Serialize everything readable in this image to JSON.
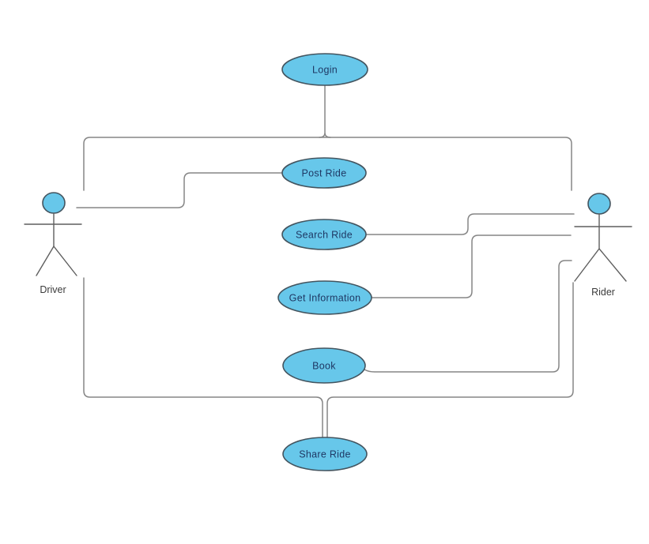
{
  "diagram": {
    "type": "uml-use-case",
    "actors": [
      {
        "id": "driver",
        "label": "Driver",
        "side": "left"
      },
      {
        "id": "rider",
        "label": "Rider",
        "side": "right"
      }
    ],
    "use_cases": [
      {
        "id": "login",
        "label": "Login"
      },
      {
        "id": "post_ride",
        "label": "Post Ride"
      },
      {
        "id": "search_ride",
        "label": "Search Ride"
      },
      {
        "id": "get_information",
        "label": "Get Information"
      },
      {
        "id": "book",
        "label": "Book"
      },
      {
        "id": "share_ride",
        "label": "Share Ride"
      }
    ],
    "associations": [
      {
        "from": "Driver",
        "to": "Login"
      },
      {
        "from": "Rider",
        "to": "Login"
      },
      {
        "from": "Driver",
        "to": "Post Ride"
      },
      {
        "from": "Rider",
        "to": "Search Ride"
      },
      {
        "from": "Rider",
        "to": "Get Information"
      },
      {
        "from": "Rider",
        "to": "Book"
      },
      {
        "from": "Driver",
        "to": "Share Ride"
      },
      {
        "from": "Rider",
        "to": "Share Ride"
      }
    ],
    "colors": {
      "node_fill": "#67c7ea",
      "node_stroke": "#43545f",
      "node_text": "#1f3864",
      "connector": "#858585",
      "actor_line": "#5f5f5f",
      "actor_label": "#3b3b3b",
      "background": "#ffffff"
    }
  }
}
